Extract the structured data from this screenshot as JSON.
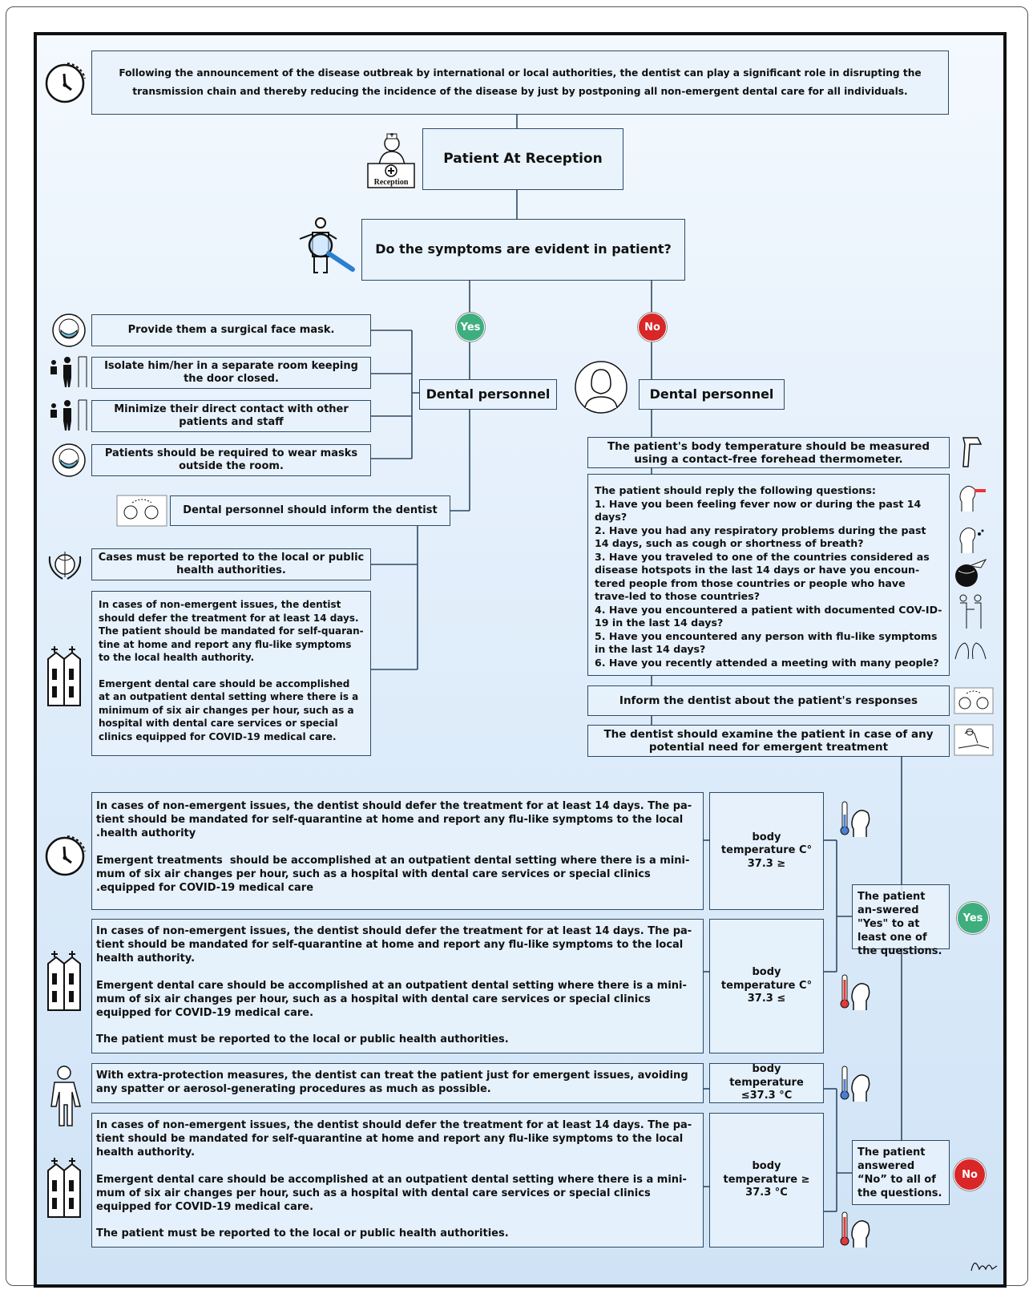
{
  "intro": "Following the announcement of the disease outbreak by international or local authorities, the dentist can play a significant role in disrupting the transmission chain and thereby reducing the incidence of the disease by just by postponing all non-emergent dental care for all individuals.",
  "reception_title": "Patient At Reception",
  "reception_icon_label": "Reception",
  "symptom_question": "Do the symptoms are evident in patient?",
  "yes_label": "Yes",
  "no_label": "No",
  "yes_branch": {
    "personnel": "Dental personnel",
    "actions": [
      "Provide them a surgical face mask.",
      "Isolate him/her in a separate room keeping the door closed.",
      "Minimize their direct contact with other patients and staff",
      "Patients should be required to wear masks outside the room."
    ],
    "inform": "Dental personnel should inform the dentist",
    "report": "Cases must be reported to the local or public health authorities.",
    "care_paragraphs": [
      "In cases of non-emergent issues, the dentist should defer the treatment for at least 14 days. The patient should be mandated for self-quaran-tine at home and report any flu-like symptoms to the local health authority.",
      "Emergent dental care should be accomplished at an outpatient dental setting where there is a minimum of six air changes per hour, such as a hospital with dental care services or special clinics equipped for COVID-19 medical care."
    ]
  },
  "no_branch": {
    "personnel": "Dental personnel",
    "temperature_step": "The patient's body temperature should be measured using a contact-free forehead thermometer.",
    "questions_intro": "The patient should reply the following questions:",
    "questions": [
      "1. Have you been feeling fever now or during the past 14 days?",
      "2. Have you had any respiratory problems during the past 14 days, such as cough or shortness of breath?",
      "3. Have you traveled to one of the countries considered as disease hotspots in the last 14 days or have you encoun-tered people from those countries or people who have trave-led to those countries?",
      "4. Have you encountered a patient with documented COV-ID-19 in the last 14 days?",
      "5. Have you encountered any person with flu-like symptoms in the last 14 days?",
      "6. Have you recently attended a meeting with many people?"
    ],
    "inform": "Inform the dentist about the patient's responses",
    "examine": "The dentist should examine the patient in case of any potential need for emergent treatment"
  },
  "answered_yes": "The patient an-swered \"Yes\" to at least one of the questions.",
  "answered_no": "The patient answered “No” to all of the questions.",
  "outcomes": [
    {
      "temperature": "body temperature C° 37.3 ≥",
      "paragraphs": [
        "In cases of non-emergent issues, the dentist should defer the treatment for at least 14 days. The pa-tient should be mandated for self-quarantine at home and report any flu-like symptoms to the local .health authority",
        "Emergent treatments  should be accomplished at an outpatient dental setting where there is a mini-mum of six air changes per hour, such as a hospital with dental care services or special clinics .equipped for COVID-19 medical care"
      ]
    },
    {
      "temperature": "body temperature C° 37.3 ≤",
      "paragraphs": [
        "In cases of non-emergent issues, the dentist should defer the treatment for at least 14 days. The pa-tient should be mandated for self-quarantine at home and report any flu-like symptoms to the local health authority.",
        "Emergent dental care should be accomplished at an outpatient dental setting where there is a mini-mum of six air changes per hour, such as a hospital with dental care services or special clinics equipped for COVID-19 medical care.",
        "The patient must be reported to the local or public health authorities."
      ]
    },
    {
      "temperature": "body temperature ≤37.3 °C",
      "paragraphs": [
        "With extra-protection measures, the dentist can treat the patient just for emergent issues, avoiding any spatter or aerosol-generating procedures as much as possible."
      ]
    },
    {
      "temperature": "body temperature ≥ 37.3 °C",
      "paragraphs": [
        "In cases of non-emergent issues, the dentist should defer the treatment for at least 14 days. The pa-tient should be mandated for self-quarantine at home and report any flu-like symptoms to the local health authority.",
        "Emergent dental care should be accomplished at an outpatient dental setting where there is a mini-mum of six air changes per hour, such as a hospital with dental care services or special clinics equipped for COVID-19 medical care.",
        "The patient must be reported to the local or public health authorities."
      ]
    }
  ],
  "colors": {
    "yes_green": "#3fae7f",
    "no_red": "#d92626",
    "border_navy": "#2d4a66",
    "background_blue": "#cfe3f6"
  },
  "icons": [
    "clock-icon",
    "nurse-reception-icon",
    "magnifier-person-icon",
    "face-mask-icon",
    "isolation-room-icon",
    "dental-nurse-icon",
    "thermometer-gun-icon",
    "fever-person-icon",
    "cough-person-icon",
    "globe-plane-icon",
    "people-contact-icon",
    "crowd-icon",
    "conversation-icon",
    "dentist-exam-icon",
    "who-emblem-icon",
    "hospital-icon",
    "protective-suit-icon",
    "thermometer-head-icon",
    "signature-mark"
  ]
}
